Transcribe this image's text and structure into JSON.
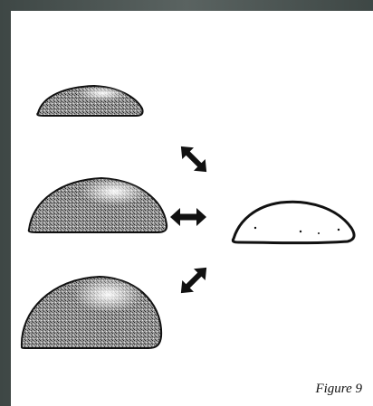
{
  "figure": {
    "caption": "Figure 9",
    "shapes": [
      {
        "name": "shallow-dome-drop",
        "style": "stippled"
      },
      {
        "name": "medium-dome-drop",
        "style": "stippled"
      },
      {
        "name": "tall-dome-drop",
        "style": "stippled"
      },
      {
        "name": "reference-drop-outline",
        "style": "outline"
      }
    ],
    "arrows": [
      {
        "name": "diagonal-down-right-arrow",
        "direction": "down-right"
      },
      {
        "name": "horizontal-double-arrow",
        "direction": "left-right"
      },
      {
        "name": "diagonal-up-right-arrow",
        "direction": "up-right"
      }
    ]
  },
  "colors": {
    "border": "#4a5250",
    "panel": "#ffffff",
    "ink": "#111111"
  }
}
